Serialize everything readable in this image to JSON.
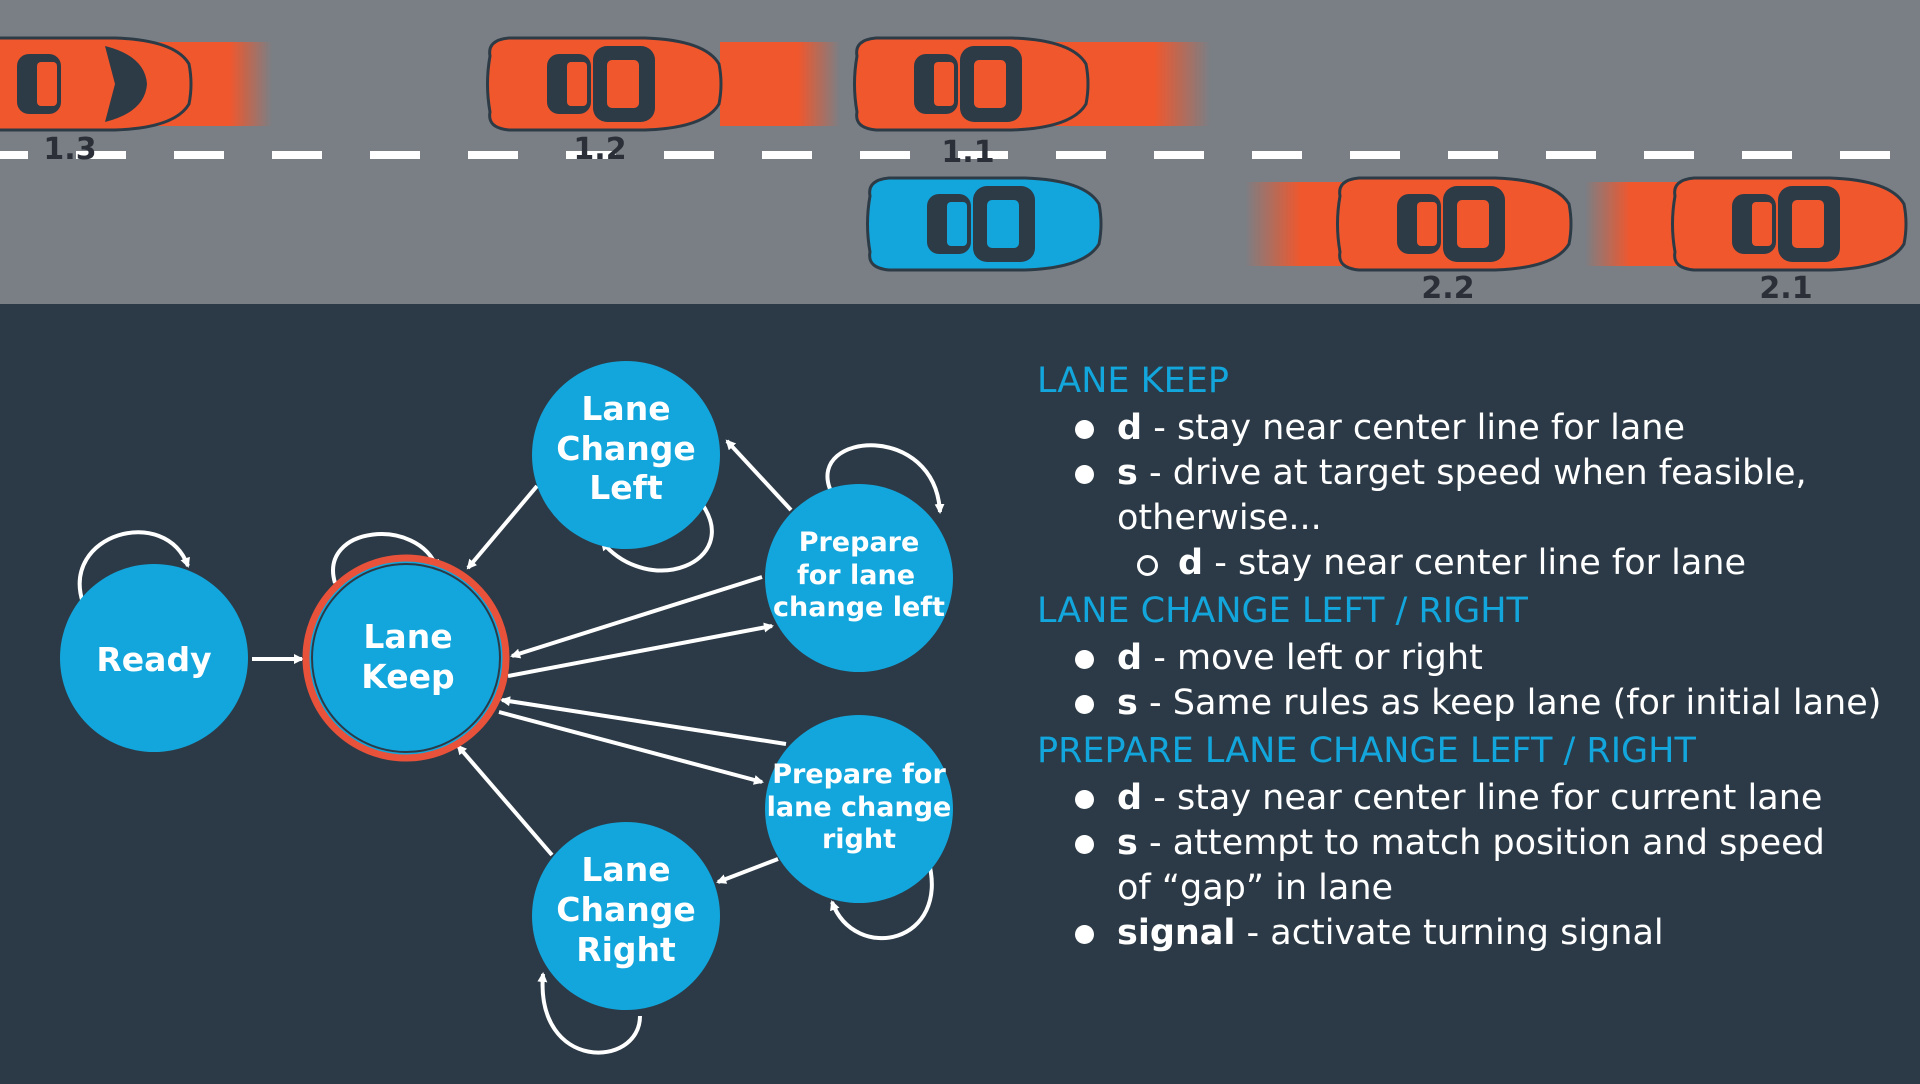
{
  "road": {
    "colors": {
      "road": "#7a7f85",
      "dashes": "#ffffff",
      "other_car": "#f0572d",
      "ego_car": "#12a6dc",
      "window": "#2d3b47"
    },
    "cars": [
      {
        "label": "1.3",
        "type": "other"
      },
      {
        "label": "1.2",
        "type": "other"
      },
      {
        "label": "1.1",
        "type": "other"
      },
      {
        "label": "",
        "type": "ego"
      },
      {
        "label": "2.2",
        "type": "other"
      },
      {
        "label": "2.1",
        "type": "other"
      }
    ]
  },
  "diagram": {
    "colors": {
      "node": "#12a6dc",
      "highlight": "#e8523a",
      "edge": "#ffffff"
    },
    "nodes": {
      "ready": {
        "label": "Ready"
      },
      "lane_keep": {
        "label_1": "Lane",
        "label_2": "Keep",
        "current": true
      },
      "lcl": {
        "label_1": "Lane",
        "label_2": "Change",
        "label_3": "Left"
      },
      "plcl": {
        "label_1": "Prepare",
        "label_2": "for lane",
        "label_3": "change left"
      },
      "plcr": {
        "label_1": "Prepare for",
        "label_2": "lane change",
        "label_3": "right"
      },
      "lcr": {
        "label_1": "Lane",
        "label_2": "Change",
        "label_3": "Right"
      }
    }
  },
  "rules": {
    "lane_keep": {
      "heading": "LANE KEEP",
      "b1_key": "d",
      "b1_text": " - stay near center line for lane",
      "b2_key": "s",
      "b2_text": " - drive at target speed when feasible,",
      "b2_line2": "otherwise...",
      "sub_key": "d",
      "sub_text": " - stay near center line for lane"
    },
    "lane_change": {
      "heading": "LANE CHANGE LEFT / RIGHT",
      "b1_key": "d",
      "b1_text": " - move left or right",
      "b2_key": "s",
      "b2_text": " - Same rules as keep lane (for initial lane)"
    },
    "prepare": {
      "heading": "PREPARE LANE CHANGE LEFT / RIGHT",
      "b1_key": "d",
      "b1_text": " - stay near center line for current lane",
      "b2_key": "s",
      "b2_text": " - attempt to match position and speed",
      "b2_line2": "of “gap” in lane",
      "b3_key": "signal",
      "b3_text": " - activate turning signal"
    }
  }
}
